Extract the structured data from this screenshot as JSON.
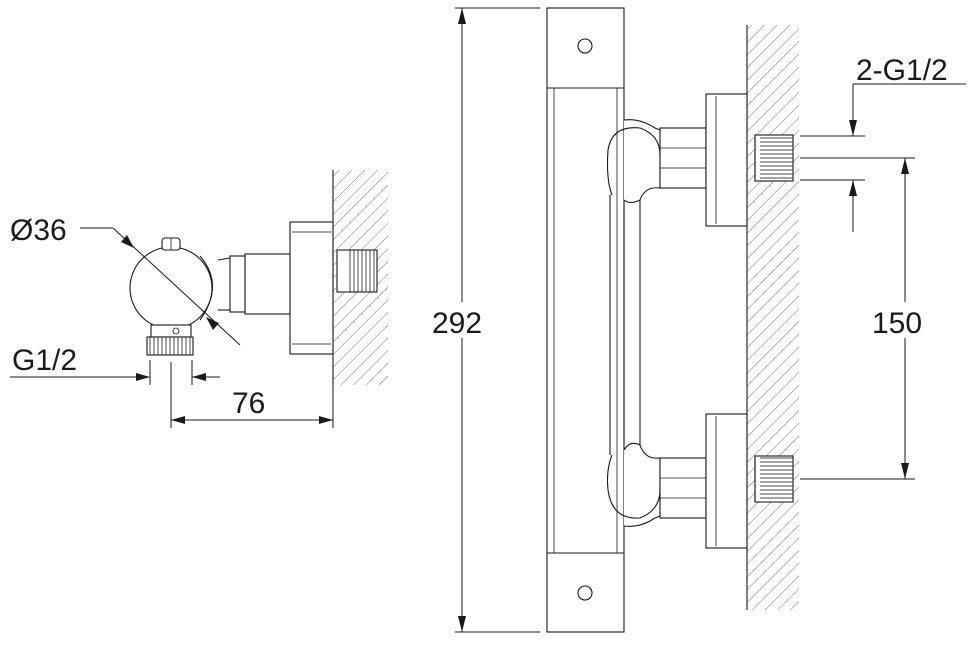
{
  "labels": {
    "diameter": "Ø36",
    "inlet_thread": "G1/2",
    "depth": "76",
    "height": "292",
    "inlet_spacing": "150",
    "wall_threads": "2-G1/2"
  }
}
